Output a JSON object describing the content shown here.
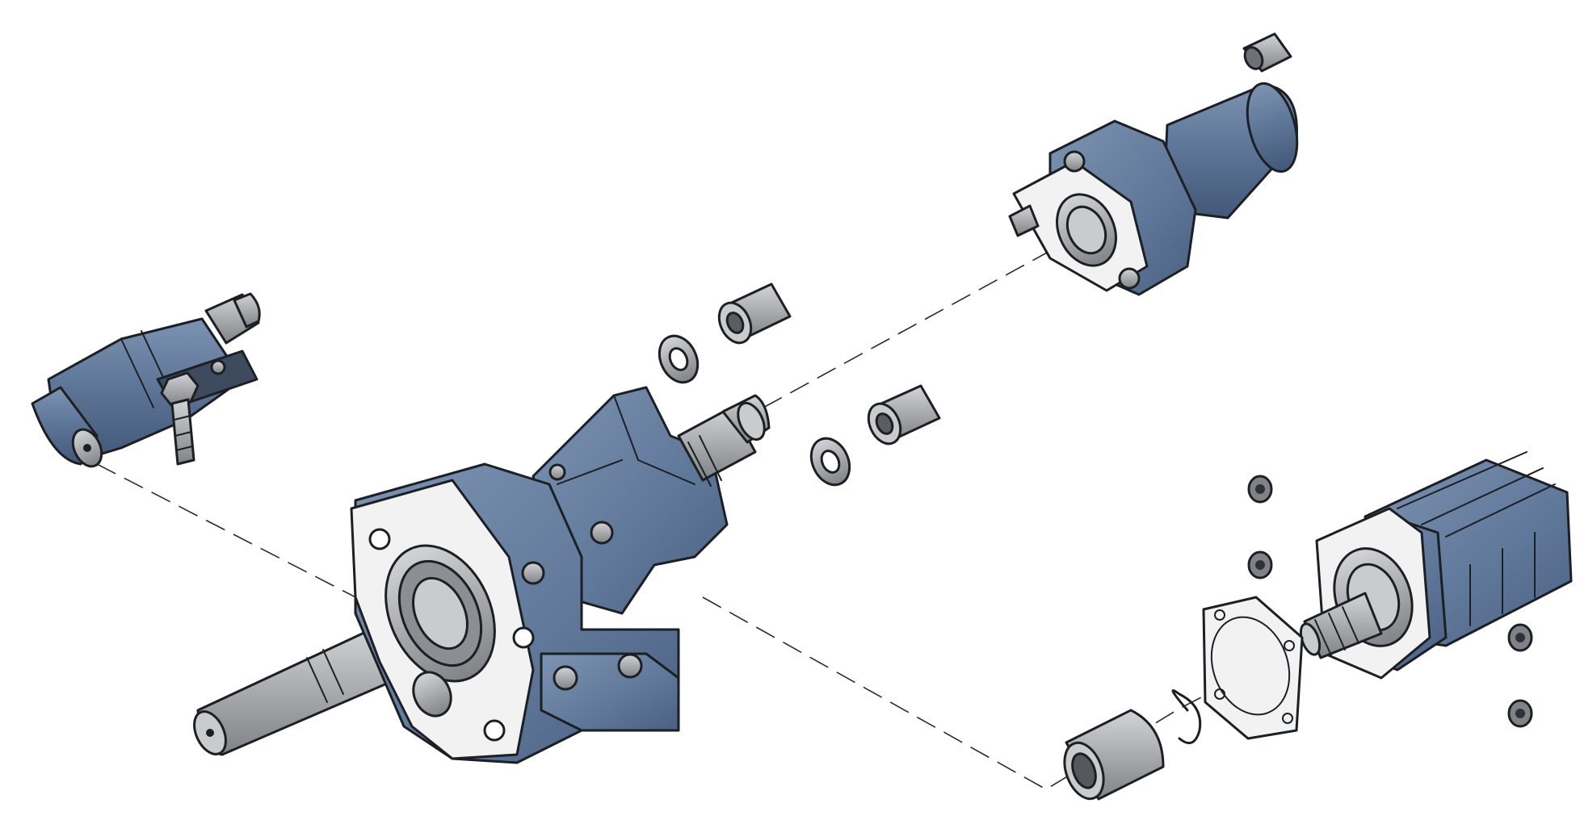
{
  "diagram": {
    "kind": "exploded-assembly",
    "colors": {
      "housing": "#5f7799",
      "housing_dark": "#4a6082",
      "housing_light": "#7d93b2",
      "steel": "#a9abae",
      "steel_dark": "#808387",
      "steel_light": "#d2d4d6",
      "face": "#f2f2f2",
      "outline": "#1c1f24",
      "guide_line": "#2b2b2b"
    },
    "parts": [
      {
        "id": "main-housing",
        "icon": "gearbox-housing-icon"
      },
      {
        "id": "output-shaft",
        "icon": "shaft-icon"
      },
      {
        "id": "shift-cylinder",
        "icon": "pneumatic-cylinder-icon"
      },
      {
        "id": "upper-flange-adapter",
        "icon": "flange-adapter-icon"
      },
      {
        "id": "hydraulic-pump",
        "icon": "hydraulic-pump-icon"
      },
      {
        "id": "coupling-sleeve",
        "icon": "coupling-sleeve-icon"
      },
      {
        "id": "snap-ring",
        "icon": "circlip-icon"
      },
      {
        "id": "flange-gasket",
        "icon": "gasket-icon"
      },
      {
        "id": "hex-couplers",
        "icon": "hex-nut-icon"
      },
      {
        "id": "sealing-washers",
        "icon": "washer-icon"
      },
      {
        "id": "small-nuts",
        "icon": "nut-icon"
      },
      {
        "id": "top-fitting",
        "icon": "fitting-icon"
      }
    ]
  }
}
